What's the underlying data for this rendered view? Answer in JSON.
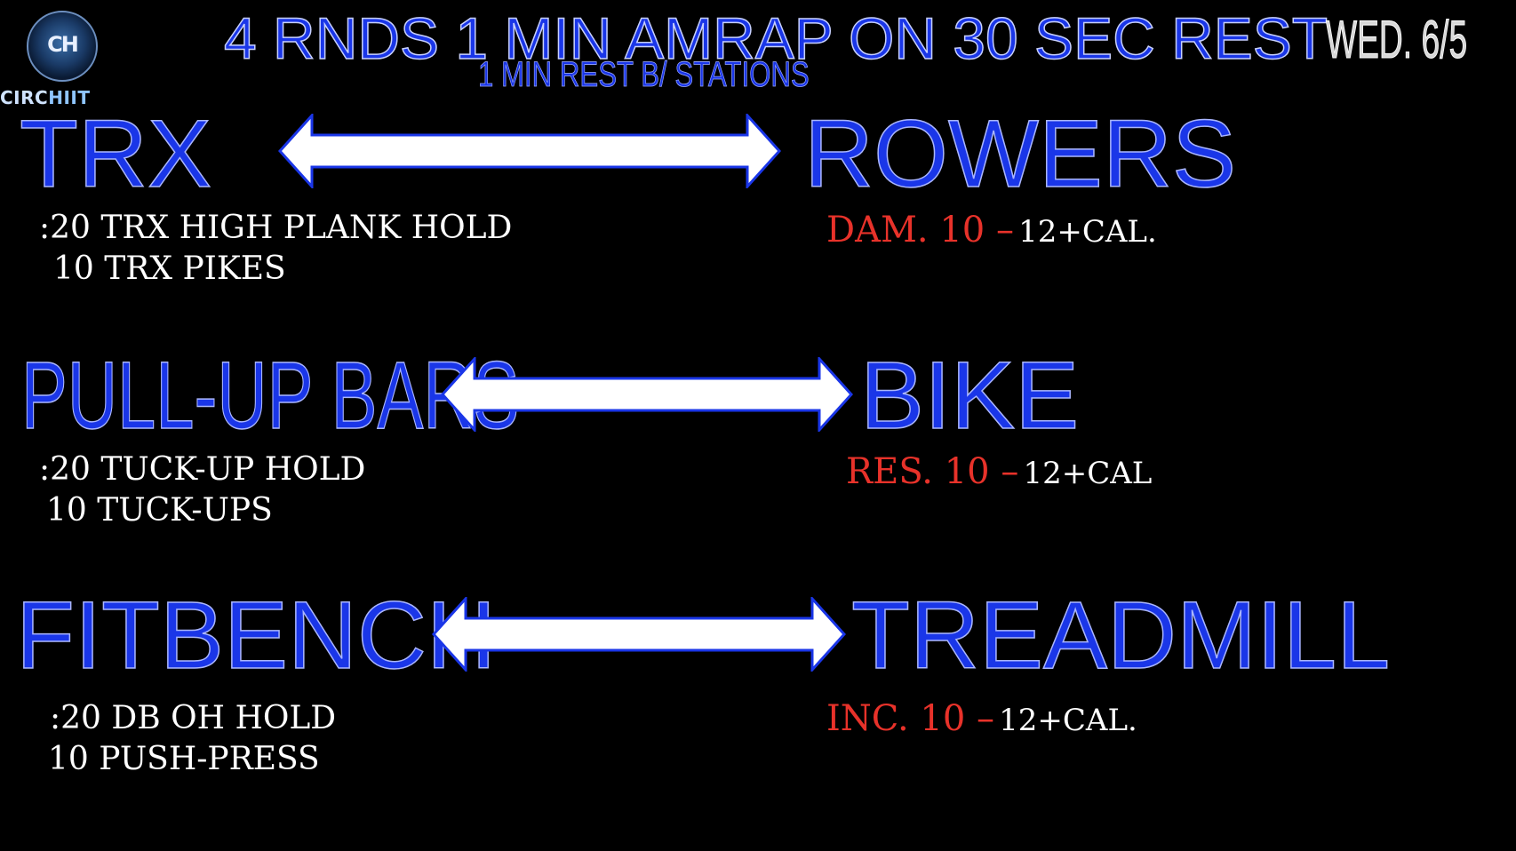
{
  "header": {
    "logo_mark": "CH",
    "logo_text_main": "CIRC",
    "logo_text_accent": "HIIT",
    "title": "4 RNDS 1 MIN AMRAP ON 30 SEC REST",
    "subtitle": "1 MIN REST B/ STATIONS",
    "date": "WED. 6/5"
  },
  "colors": {
    "heading_blue": "#1a36e8",
    "setting_red": "#e8322a",
    "background": "#000000",
    "arrow_fill": "#ffffff",
    "arrow_stroke": "#1a36e8"
  },
  "pairs": [
    {
      "left_station": "TRX",
      "left_lines": [
        ":20 TRX HIGH PLANK HOLD",
        "10 TRX PIKES"
      ],
      "right_station": "ROWERS",
      "right_setting": "DAM. 10 –",
      "right_target": "12+CAL."
    },
    {
      "left_station": "PULL-UP BARS",
      "left_lines": [
        ":20 TUCK-UP HOLD",
        "10 TUCK-UPS"
      ],
      "right_station": "BIKE",
      "right_setting": "RES. 10 –",
      "right_target": "12+CAL"
    },
    {
      "left_station": "FITBENCH",
      "left_lines": [
        ":20 DB OH HOLD",
        "10 PUSH-PRESS"
      ],
      "right_station": "TREADMILL",
      "right_setting": "INC. 10 –",
      "right_target": "12+CAL."
    }
  ]
}
